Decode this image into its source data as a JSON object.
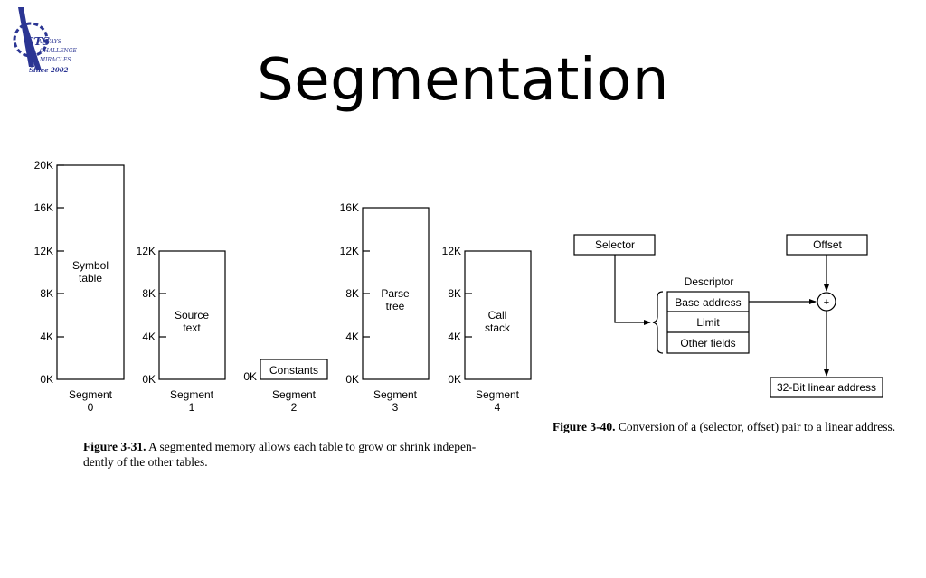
{
  "slide": {
    "title": "Segmentation",
    "logo_text": [
      "ALWAYS",
      "CHALLENGE",
      "MIRACLES",
      "Since 2002"
    ],
    "logo_letters": "CTS"
  },
  "figure31": {
    "caption_bold": "Figure 3-31.",
    "caption_line1": " A segmented memory allows each table to grow or shrink indepen-",
    "caption_line2": "dently of the other tables.",
    "segments": [
      {
        "name": "Segment",
        "num": "0",
        "content": [
          "Symbol",
          "table"
        ],
        "ticks": [
          "20K",
          "16K",
          "12K",
          "8K",
          "4K",
          "0K"
        ]
      },
      {
        "name": "Segment",
        "num": "1",
        "content": [
          "Source",
          "text"
        ],
        "ticks": [
          "12K",
          "8K",
          "4K",
          "0K"
        ]
      },
      {
        "name": "Segment",
        "num": "2",
        "content": [
          "Constants"
        ],
        "ticks": [
          "0K"
        ]
      },
      {
        "name": "Segment",
        "num": "3",
        "content": [
          "Parse",
          "tree"
        ],
        "ticks": [
          "16K",
          "12K",
          "8K",
          "4K",
          "0K"
        ]
      },
      {
        "name": "Segment",
        "num": "4",
        "content": [
          "Call",
          "stack"
        ],
        "ticks": [
          "12K",
          "8K",
          "4K",
          "0K"
        ]
      }
    ]
  },
  "figure40": {
    "caption_bold": "Figure 3-40.",
    "caption_rest": "  Conversion of a (selector, offset) pair to a linear address.",
    "selector": "Selector",
    "offset": "Offset",
    "descriptor": "Descriptor",
    "fields": [
      "Base address",
      "Limit",
      "Other fields"
    ],
    "plus": "+",
    "linear": "32-Bit linear address"
  }
}
